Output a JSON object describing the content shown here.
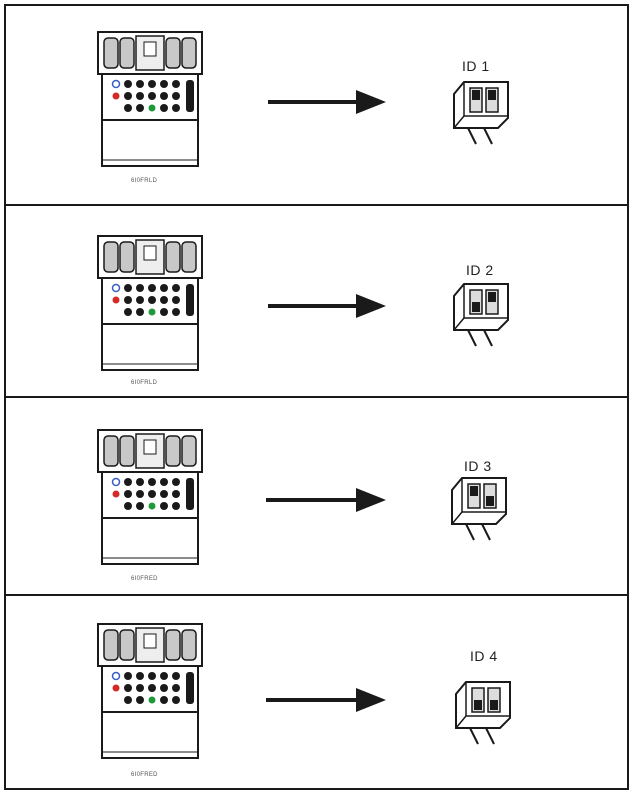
{
  "panels": [
    {
      "id_label": "ID 1",
      "module_caption": "6I0FRLD"
    },
    {
      "id_label": "ID 2",
      "module_caption": "6I0FRLD"
    },
    {
      "id_label": "ID 3",
      "module_caption": "6I0FRED"
    },
    {
      "id_label": "ID 4",
      "module_caption": "6I0FRED"
    }
  ],
  "colors": {
    "line": "#1a1a1a",
    "panel_bg": "#ffffff",
    "cap_gray": "#c8c8c8",
    "led_red": "#d42a2a",
    "led_green": "#1f9a3a",
    "led_blue": "#3a5fc8"
  }
}
